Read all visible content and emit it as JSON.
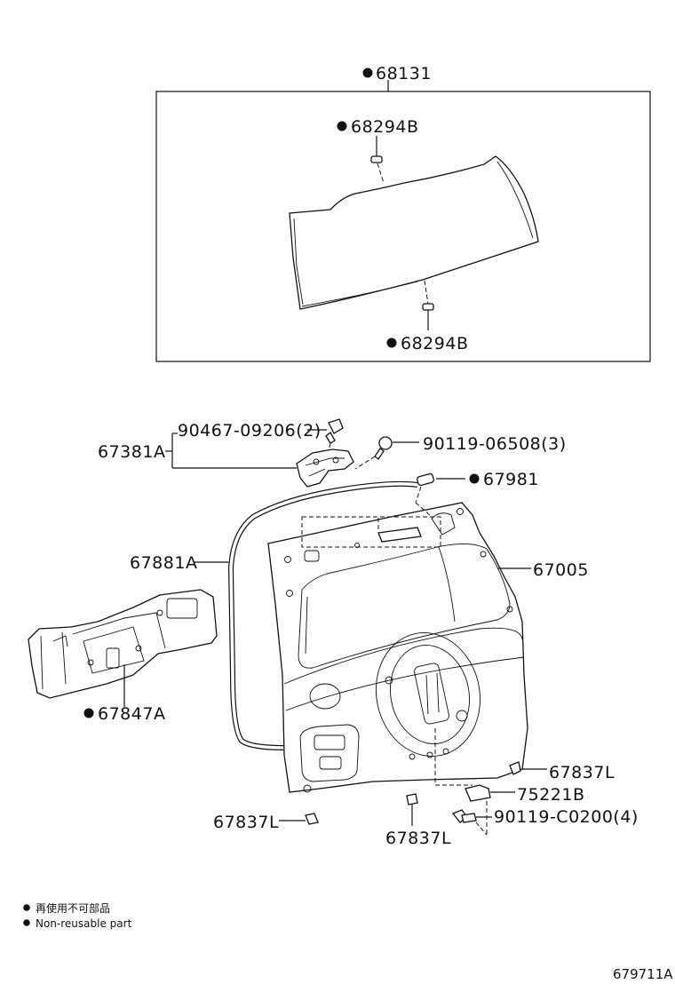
{
  "callouts": {
    "p68131": "68131",
    "p68294b_top": "68294B",
    "p68294b_bottom": "68294B",
    "p67381a": "67381A",
    "p90467": "90467-09206(2)",
    "p90119_06508": "90119-06508(3)",
    "p67981": "67981",
    "p67881a": "67881A",
    "p67005": "67005",
    "p67847a": "67847A",
    "p67837l_right": "67837L",
    "p75221b": "75221B",
    "p90119_c0200": "90119-C0200(4)",
    "p67837l_left": "67837L",
    "p67837l_center": "67837L"
  },
  "legend": {
    "line1": "再使用不可部品",
    "line2": "Non-reusable part"
  },
  "figure_code": "679711A"
}
